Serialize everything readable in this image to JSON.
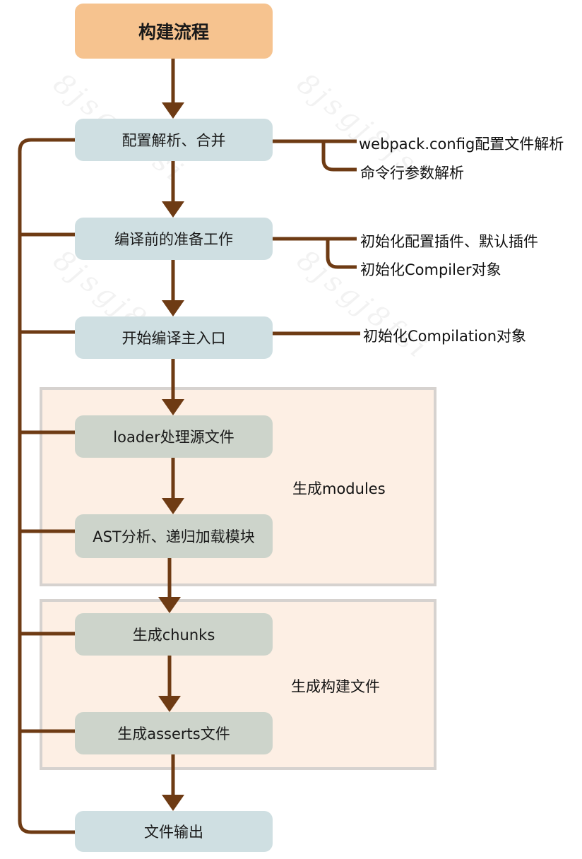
{
  "title": "构建流程",
  "steps": {
    "config": "配置解析、合并",
    "prepare": "编译前的准备工作",
    "entry": "开始编译主入口",
    "loader": "loader处理源文件",
    "ast": "AST分析、递归加载模块",
    "chunks": "生成chunks",
    "assets": "生成asserts文件",
    "output": "文件输出"
  },
  "groups": {
    "modules": "生成modules",
    "build": "生成构建文件"
  },
  "notes": {
    "config_1": "webpack.config配置文件解析",
    "config_2": "命令行参数解析",
    "prepare_1": "初始化配置插件、默认插件",
    "prepare_2": "初始化Compiler对象",
    "entry_1": "初始化Compilation对象"
  },
  "watermark": "8jsgj8fsi",
  "colors": {
    "arrow": "#6e3b14",
    "start": "#f6c38f",
    "step_blue": "#cfdfe2",
    "step_gray": "#cdd4cb",
    "group_fill": "#fdefe4",
    "group_border": "#d6d2cf"
  }
}
